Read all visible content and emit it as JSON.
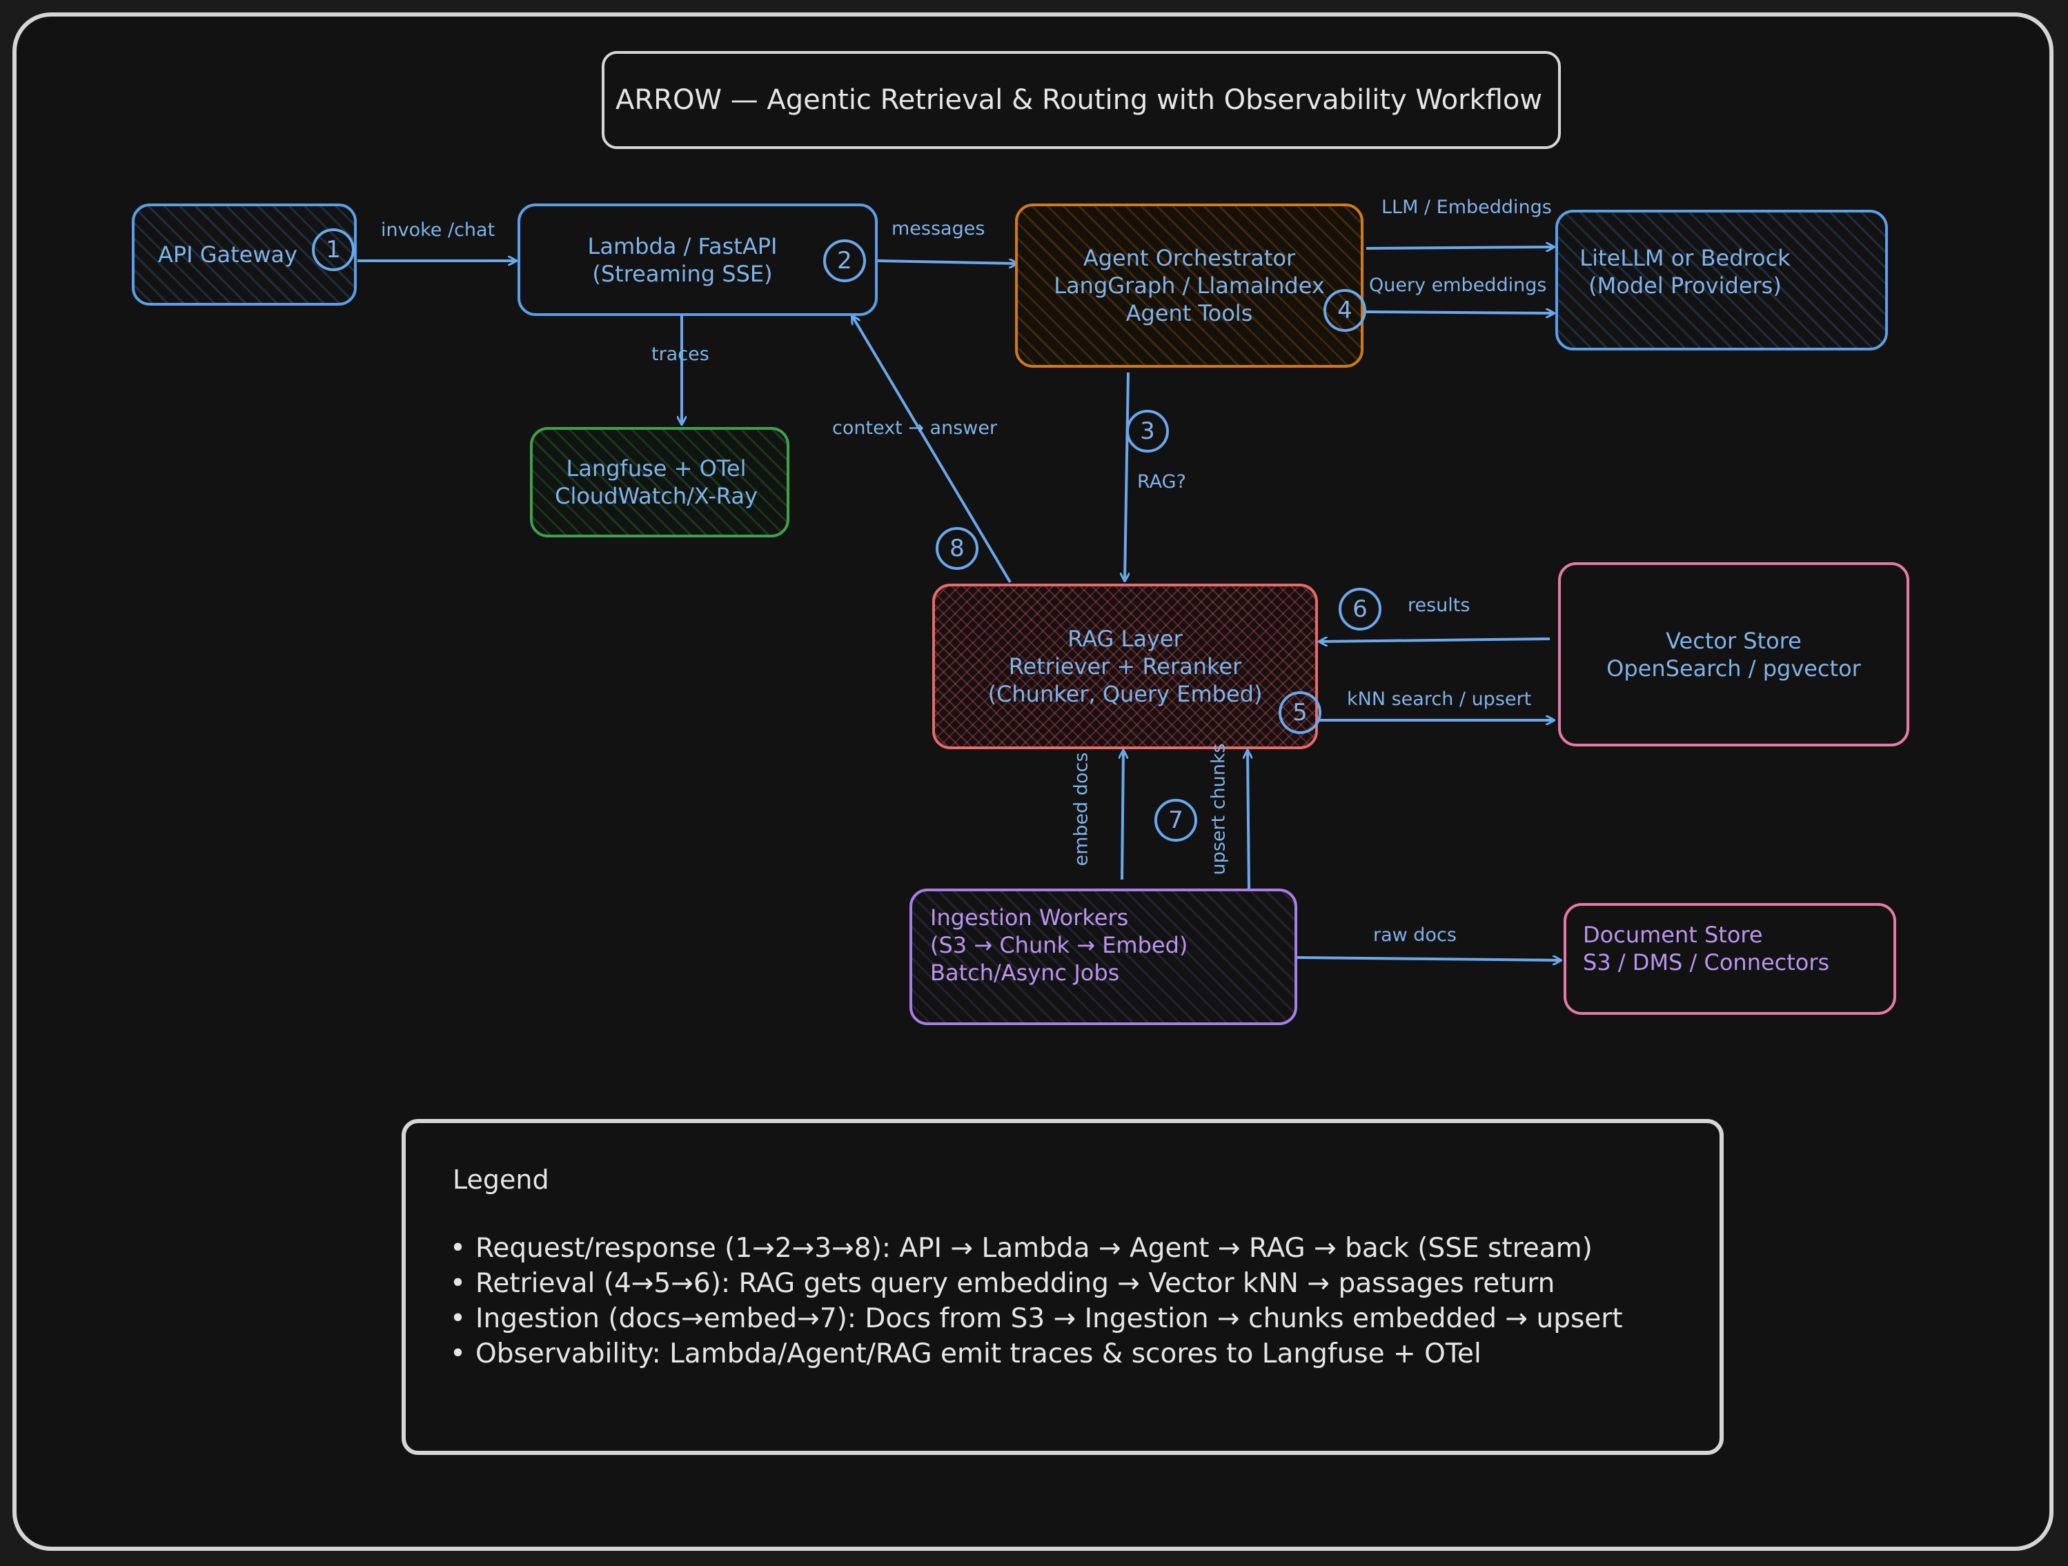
{
  "title": "ARROW — Agentic Retrieval & Routing with Observability Workflow",
  "nodes": {
    "api_gateway": {
      "lines": [
        "API Gateway"
      ]
    },
    "lambda": {
      "lines": [
        "Lambda / FastAPI",
        "(Streaming SSE)"
      ]
    },
    "orchestrator": {
      "lines": [
        "Agent Orchestrator",
        "LangGraph / LlamaIndex",
        "Agent Tools"
      ]
    },
    "litellm": {
      "lines": [
        "LiteLLM or Bedrock",
        "(Model Providers)"
      ]
    },
    "langfuse": {
      "lines": [
        "Langfuse + OTel",
        "CloudWatch/X-Ray"
      ]
    },
    "rag_layer": {
      "lines": [
        "RAG Layer",
        "Retriever + Reranker",
        "(Chunker, Query Embed)"
      ]
    },
    "vector_store": {
      "lines": [
        "Vector Store",
        "OpenSearch / pgvector"
      ]
    },
    "ingestion": {
      "lines": [
        "Ingestion Workers",
        "(S3 → Chunk → Embed)",
        "Batch/Async Jobs"
      ]
    },
    "document_store": {
      "lines": [
        "Document Store",
        "S3 / DMS / Connectors"
      ]
    }
  },
  "edge_labels": {
    "invoke_chat": "invoke /chat",
    "messages": "messages",
    "llm_embeddings": "LLM / Embeddings",
    "query_embeddings": "Query embeddings",
    "traces": "traces",
    "context_answer": "context → answer",
    "rag_q": "RAG?",
    "results": "results",
    "knn_search": "kNN search / upsert",
    "embed_docs": "embed docs",
    "upsert_chunks": "upsert chunks",
    "raw_docs": "raw docs"
  },
  "badges": [
    "1",
    "2",
    "3",
    "4",
    "5",
    "6",
    "7",
    "8"
  ],
  "legend": {
    "title": "Legend",
    "items": [
      "Request/response (1→2→3→8): API → Lambda → Agent → RAG → back (SSE stream)",
      "Retrieval (4→5→6): RAG gets query embedding → Vector kNN → passages return",
      "Ingestion (docs→embed→7): Docs from S3 → Ingestion → chunks embedded → upsert",
      "Observability: Lambda/Agent/RAG emit traces & scores to Langfuse + OTel"
    ]
  },
  "colors": {
    "background": "#121212",
    "frame": "#d6d6d6",
    "blue": "#5b9fe8",
    "orange": "#d07a1c",
    "green": "#3fa14a",
    "red": "#e86a6a",
    "pink": "#e57aa6",
    "purple": "#a77ee6"
  }
}
